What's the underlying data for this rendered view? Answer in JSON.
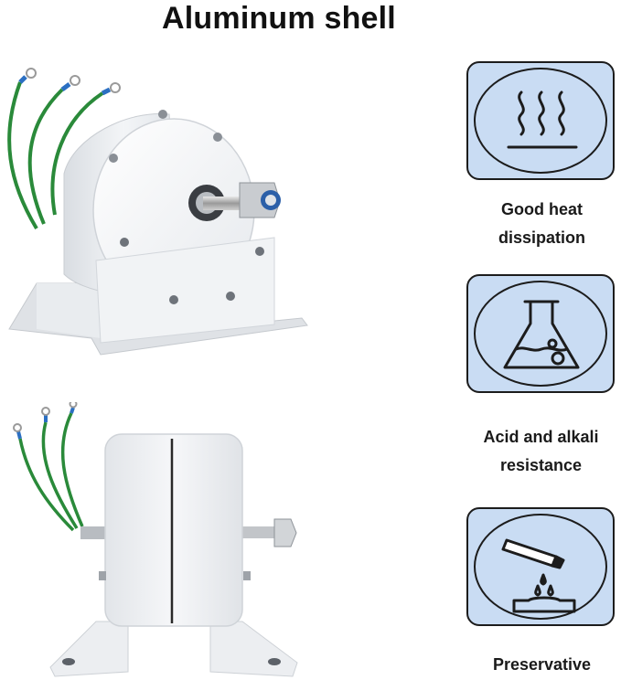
{
  "title": "Aluminum shell",
  "features": [
    {
      "icon": "heat-waves-icon",
      "lines": [
        "Good heat",
        "dissipation"
      ]
    },
    {
      "icon": "flask-icon",
      "lines": [
        "Acid and alkali",
        "resistance"
      ]
    },
    {
      "icon": "corrosion-drop-icon",
      "lines": [
        "Preservative"
      ]
    }
  ],
  "colors": {
    "card_fill": "#c9dcf3",
    "outline": "#1c1c1c",
    "motor_white": "#eef1f4",
    "wire_green": "#2a8a3a",
    "wire_blue": "#2b6fc2"
  }
}
